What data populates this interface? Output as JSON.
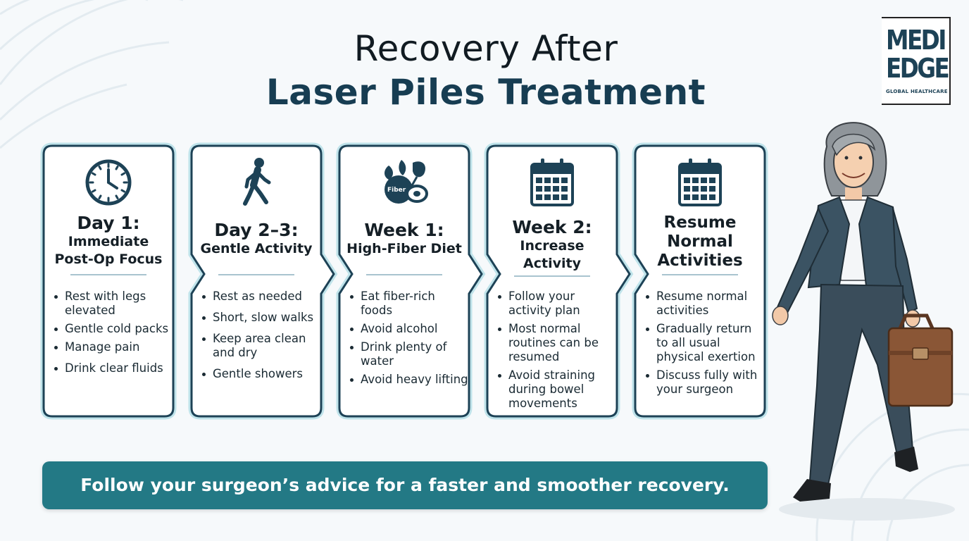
{
  "title": {
    "line1": "Recovery After",
    "line2": "Laser Piles Treatment"
  },
  "logo": {
    "line1": "MEDI",
    "line2": "EDGE",
    "tagline": "GLOBAL HEALTHCARE"
  },
  "steps": [
    {
      "icon": "clock-icon",
      "title_main": "Day 1:",
      "title_sub_lines": [
        "Immediate",
        "Post-Op Focus"
      ],
      "bullets": [
        "Rest with legs elevated",
        "Gentle cold packs",
        "Manage pain",
        "Drink clear fluids"
      ]
    },
    {
      "icon": "walking-person-icon",
      "title_main": "Day 2–3:",
      "title_sub_lines": [
        "Gentle Activity"
      ],
      "bullets": [
        "Rest as needed",
        "Short, slow walks",
        "Keep area clean and dry",
        "Gentle showers"
      ]
    },
    {
      "icon": "fiber-vegetables-icon",
      "icon_label": "Fiber",
      "title_main": "Week 1:",
      "title_sub_lines": [
        "High-Fiber Diet"
      ],
      "bullets": [
        "Eat fiber-rich foods",
        "Avoid alcohol",
        "Drink plenty of water",
        "Avoid heavy lifting"
      ]
    },
    {
      "icon": "calendar-icon",
      "title_main": "Week 2:",
      "title_sub_lines": [
        "Increase",
        "Activity"
      ],
      "bullets": [
        "Follow your activity plan",
        "Most normal routines can be resumed",
        "Avoid straining during bowel movements"
      ]
    },
    {
      "icon": "calendar-icon",
      "title_main": "",
      "title_sub_lines": [
        "Resume",
        "Normal",
        "Activities"
      ],
      "bullets": [
        "Resume normal activities",
        "Gradually return to all usual physical exertion",
        "Discuss fully with your surgeon"
      ]
    }
  ],
  "banner": {
    "text": "Follow your surgeon’s advice for a faster and smoother recovery."
  },
  "colors": {
    "accent": "#237985",
    "title_dark": "#173d52",
    "card_border": "#1d4256",
    "card_glow": "#bfe3ea"
  }
}
